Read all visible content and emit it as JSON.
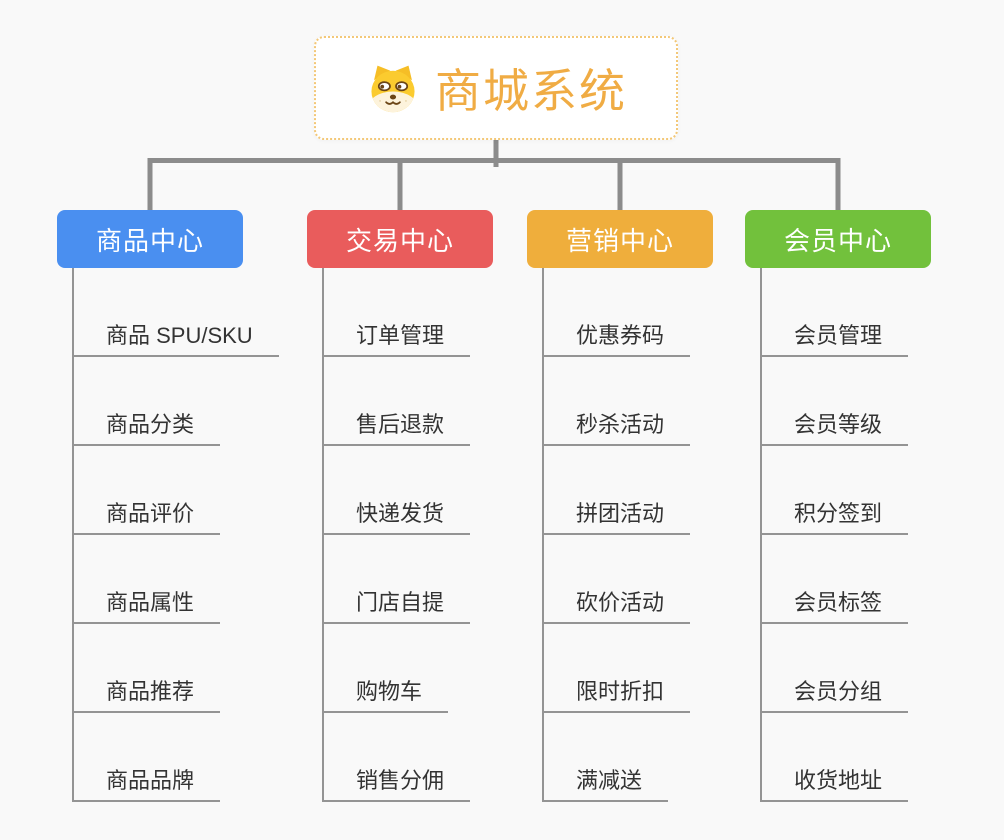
{
  "page": {
    "background": "#f9f9f9"
  },
  "root": {
    "title": "商城系统",
    "icon": "shiba-dog-face-icon",
    "accent_color": "#F0AC44",
    "border_color": "#F3C878"
  },
  "connector_color": "#8C8C8C",
  "leaf_line_color": "#949494",
  "branches": [
    {
      "label": "商品中心",
      "color": "#4A8FF0",
      "children": [
        "商品 SPU/SKU",
        "商品分类",
        "商品评价",
        "商品属性",
        "商品推荐",
        "商品品牌"
      ]
    },
    {
      "label": "交易中心",
      "color": "#E95C5C",
      "children": [
        "订单管理",
        "售后退款",
        "快递发货",
        "门店自提",
        "购物车",
        "销售分佣"
      ]
    },
    {
      "label": "营销中心",
      "color": "#EFAE3C",
      "children": [
        "优惠券码",
        "秒杀活动",
        "拼团活动",
        "砍价活动",
        "限时折扣",
        "满减送"
      ]
    },
    {
      "label": "会员中心",
      "color": "#72C13C",
      "children": [
        "会员管理",
        "会员等级",
        "积分签到",
        "会员标签",
        "会员分组",
        "收货地址"
      ]
    }
  ]
}
